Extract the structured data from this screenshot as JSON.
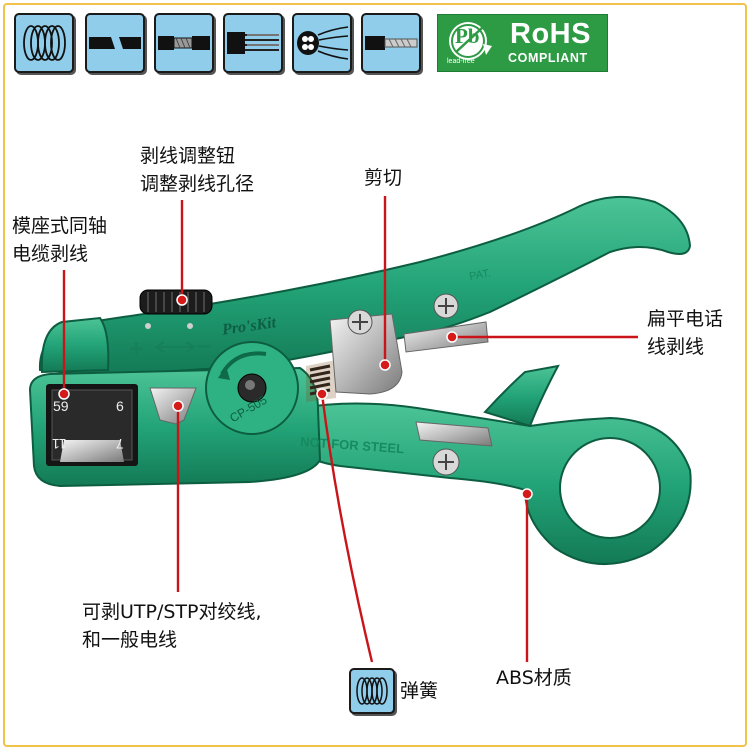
{
  "rohs": {
    "title": "RoHS",
    "subtitle": "COMPLIANT",
    "pb_symbol": "Pb",
    "pb_caption": "lead-free",
    "color": "#2d9b43"
  },
  "cable_icons": [
    {
      "name": "coiled-cable-icon"
    },
    {
      "name": "flat-cable-icon"
    },
    {
      "name": "stripped-cable-icon"
    },
    {
      "name": "ribbon-cable-icon"
    },
    {
      "name": "multi-conductor-cable-icon"
    },
    {
      "name": "wire-strand-icon"
    }
  ],
  "tool": {
    "brand": "Pro'sKit",
    "model": "CP-505",
    "die_numbers": [
      "59",
      "6",
      "11",
      "7"
    ],
    "adjust_symbols": [
      "+",
      "—"
    ],
    "body_color": "#23a478"
  },
  "labels": {
    "adjust_knob": [
      "剥线调整钮",
      "调整剥线孔径"
    ],
    "coax": [
      "模座式同轴",
      "电缆剥线"
    ],
    "cut": "剪切",
    "flat_cable": [
      "扁平电话",
      "线剥线"
    ],
    "utp_stp": [
      "可剥UTP/STP对绞线,",
      "和一般电线"
    ],
    "spring": "弹簧",
    "abs": "ABS材质"
  },
  "colors": {
    "leader": "#c9151a",
    "icon_tile": "#8fcdea",
    "frame": "#f2c24a"
  }
}
